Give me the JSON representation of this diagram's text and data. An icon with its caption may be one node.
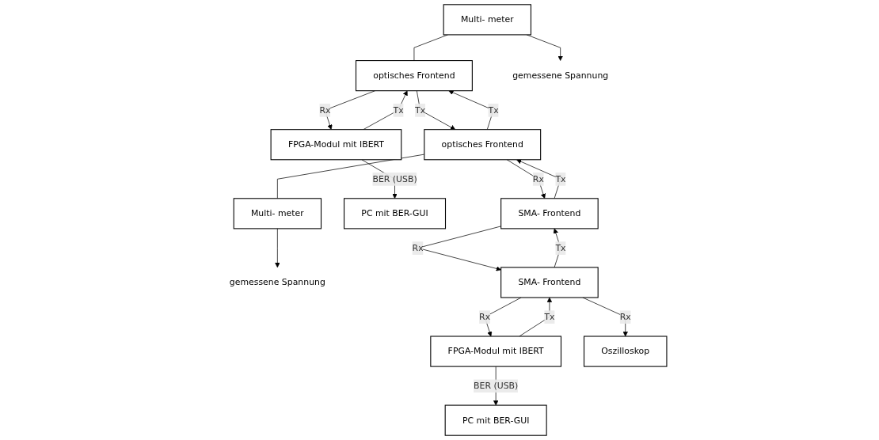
{
  "diagram": {
    "nodes": [
      {
        "text": [
          "Multi- meter"
        ]
      },
      {
        "text": [
          "optisches Frontend"
        ]
      },
      {
        "text": [
          "optisches Frontend"
        ]
      },
      {
        "text": [
          "Multi- meter"
        ]
      },
      {
        "text": [
          "gemessene Spannung"
        ]
      },
      {
        "text": [
          "FPGA-Modul mit IBERT"
        ]
      },
      {
        "text": [
          "PC mit BER-GUI"
        ]
      },
      {
        "text": [
          "SMA- Frontend"
        ]
      },
      {
        "text": [
          "gemessene Spannung"
        ]
      },
      {
        "text": [
          "SMA- Frontend"
        ]
      },
      {
        "text": [
          "FPGA-Modul mit IBERT"
        ]
      },
      {
        "text": [
          "PC mit BER-GUI"
        ]
      },
      {
        "text": [
          "Oszilloskop"
        ]
      }
    ],
    "edges": [
      {
        "from": 0,
        "to": 1,
        "arrow": "none"
      },
      {
        "from": 2,
        "to": 3,
        "arrow": "none"
      },
      {
        "from": 2,
        "to": 1,
        "label": "Tx",
        "arrow": "to"
      },
      {
        "from": 1,
        "to": 2,
        "label": "Tx",
        "arrow": "to"
      },
      {
        "from": 0,
        "to": 4,
        "arrow": "to"
      },
      {
        "from": 3,
        "to": 8,
        "arrow": "to"
      },
      {
        "from": 1,
        "to": 5,
        "label": "Rx",
        "arrow": "to"
      },
      {
        "from": 5,
        "to": 1,
        "label": "Tx",
        "arrow": "to"
      },
      {
        "from": 2,
        "to": 7,
        "label": "Rx",
        "arrow": "to"
      },
      {
        "from": 7,
        "to": 2,
        "label": "Tx",
        "arrow": "to"
      },
      {
        "from": 5,
        "to": 6,
        "label": "BER (USB)",
        "arrow": "to"
      },
      {
        "from": 7,
        "to": 9,
        "label": "Rx",
        "arrow": "to"
      },
      {
        "from": 9,
        "to": 7,
        "label": "Tx",
        "arrow": "to"
      },
      {
        "from": 10,
        "to": 9,
        "label": "Tx",
        "arrow": "to"
      },
      {
        "from": 9,
        "to": 10,
        "label": "Rx",
        "arrow": "to"
      },
      {
        "from": 10,
        "to": 11,
        "label": "BER (USB)",
        "arrow": "to"
      },
      {
        "from": 9,
        "to": 12,
        "label": "Rx",
        "arrow": "to"
      }
    ]
  }
}
